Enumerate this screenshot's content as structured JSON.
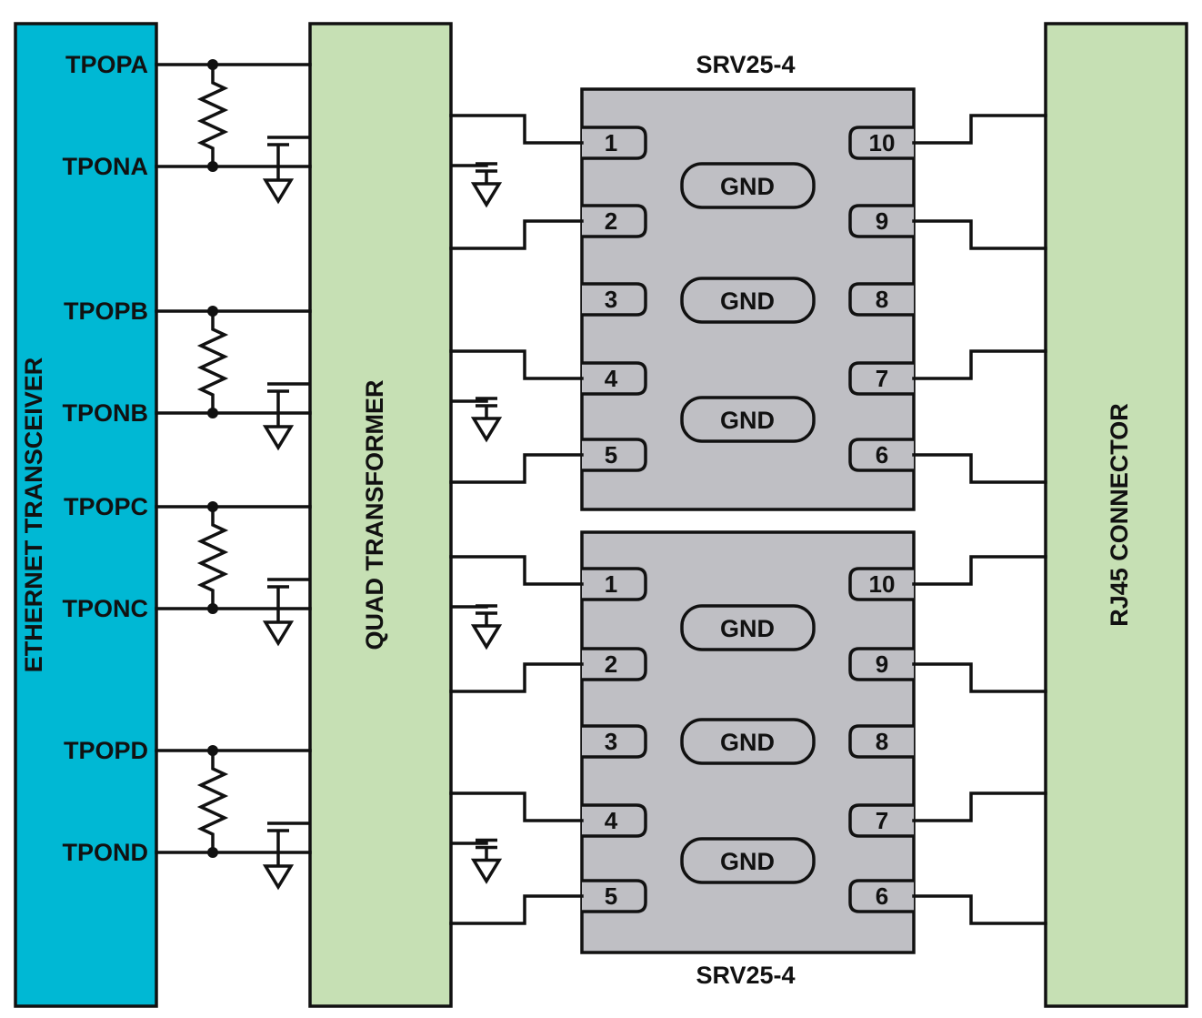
{
  "blocks": {
    "transceiver": {
      "label": "ETHERNET TRANSCEIVER",
      "color": "#00b8d4"
    },
    "transformer": {
      "label": "QUAD TRANSFORMER",
      "color": "#c6e0b4"
    },
    "connector": {
      "label": "RJ45 CONNECTOR",
      "color": "#c6e0b4"
    }
  },
  "pairs": [
    {
      "pos_label": "TPOPA",
      "neg_label": "TPONA"
    },
    {
      "pos_label": "TPOPB",
      "neg_label": "TPONB"
    },
    {
      "pos_label": "TPOPC",
      "neg_label": "TPONC"
    },
    {
      "pos_label": "TPOPD",
      "neg_label": "TPOND"
    }
  ],
  "chips": [
    {
      "name": "SRV25-4",
      "left_pins": [
        "1",
        "2",
        "3",
        "4",
        "5"
      ],
      "right_pins": [
        "10",
        "9",
        "8",
        "7",
        "6"
      ],
      "gnd_pads": [
        "GND",
        "GND",
        "GND"
      ]
    },
    {
      "name": "SRV25-4",
      "left_pins": [
        "1",
        "2",
        "3",
        "4",
        "5"
      ],
      "right_pins": [
        "10",
        "9",
        "8",
        "7",
        "6"
      ],
      "gnd_pads": [
        "GND",
        "GND",
        "GND"
      ]
    }
  ],
  "colors": {
    "chip_fill": "#bfbfc4",
    "pad_fill": "#bfbfc4",
    "wire": "#111111"
  }
}
